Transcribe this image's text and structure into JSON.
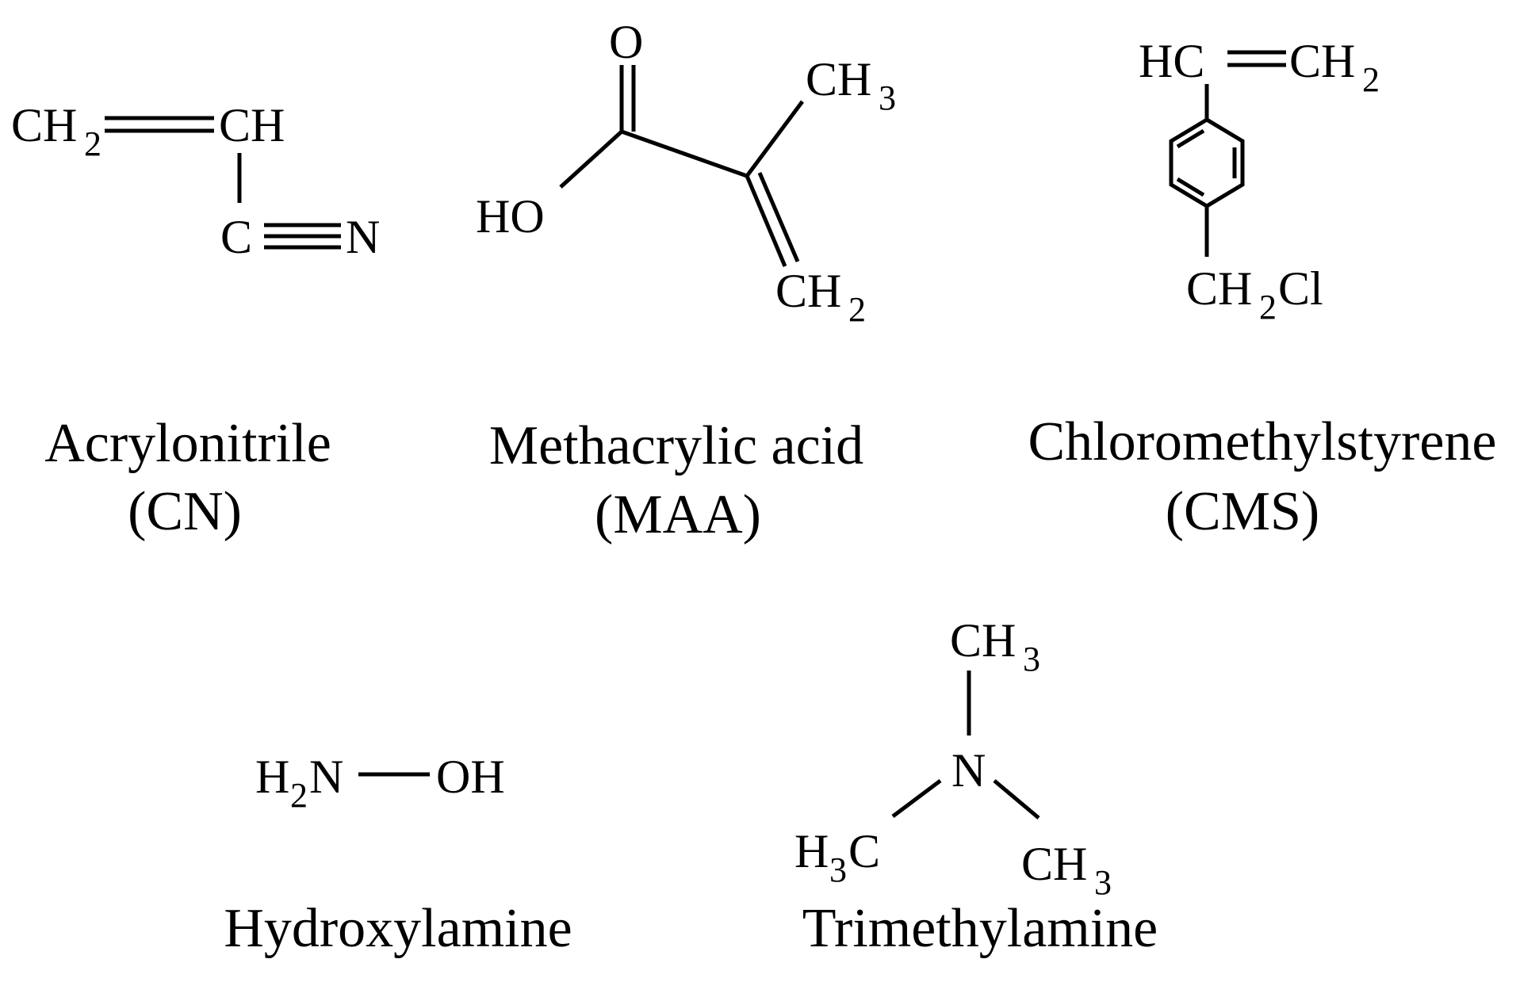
{
  "colors": {
    "ink": "#000000",
    "background": "#ffffff"
  },
  "molecules": {
    "acrylonitrile": {
      "name": "Acrylonitrile",
      "abbr": "(CN)",
      "atoms": {
        "ch2": "CH",
        "ch2_sub": "2",
        "ch": "CH",
        "c": "C",
        "n": "N"
      }
    },
    "methacrylic_acid": {
      "name": "Methacrylic acid",
      "abbr": "(MAA)",
      "atoms": {
        "o": "O",
        "ho": "HO",
        "ch3": "CH",
        "ch3_sub": "3",
        "ch2": "CH",
        "ch2_sub": "2"
      }
    },
    "chloromethylstyrene": {
      "name": "Chloromethylstyrene",
      "abbr": "(CMS)",
      "atoms": {
        "hc": "HC",
        "ch2": "CH",
        "ch2_sub": "2",
        "ch2cl_a": "CH",
        "ch2cl_sub": "2",
        "ch2cl_b": "Cl"
      }
    },
    "hydroxylamine": {
      "name": "Hydroxylamine",
      "atoms": {
        "h": "H",
        "h_sub": "2",
        "n": "N",
        "oh": "OH"
      }
    },
    "trimethylamine": {
      "name": "Trimethylamine",
      "atoms": {
        "ch3_top": "CH",
        "ch3_top_sub": "3",
        "n": "N",
        "h3c_h": "H",
        "h3c_sub": "3",
        "h3c_c": "C",
        "ch3_right": "CH",
        "ch3_right_sub": "3"
      }
    }
  }
}
